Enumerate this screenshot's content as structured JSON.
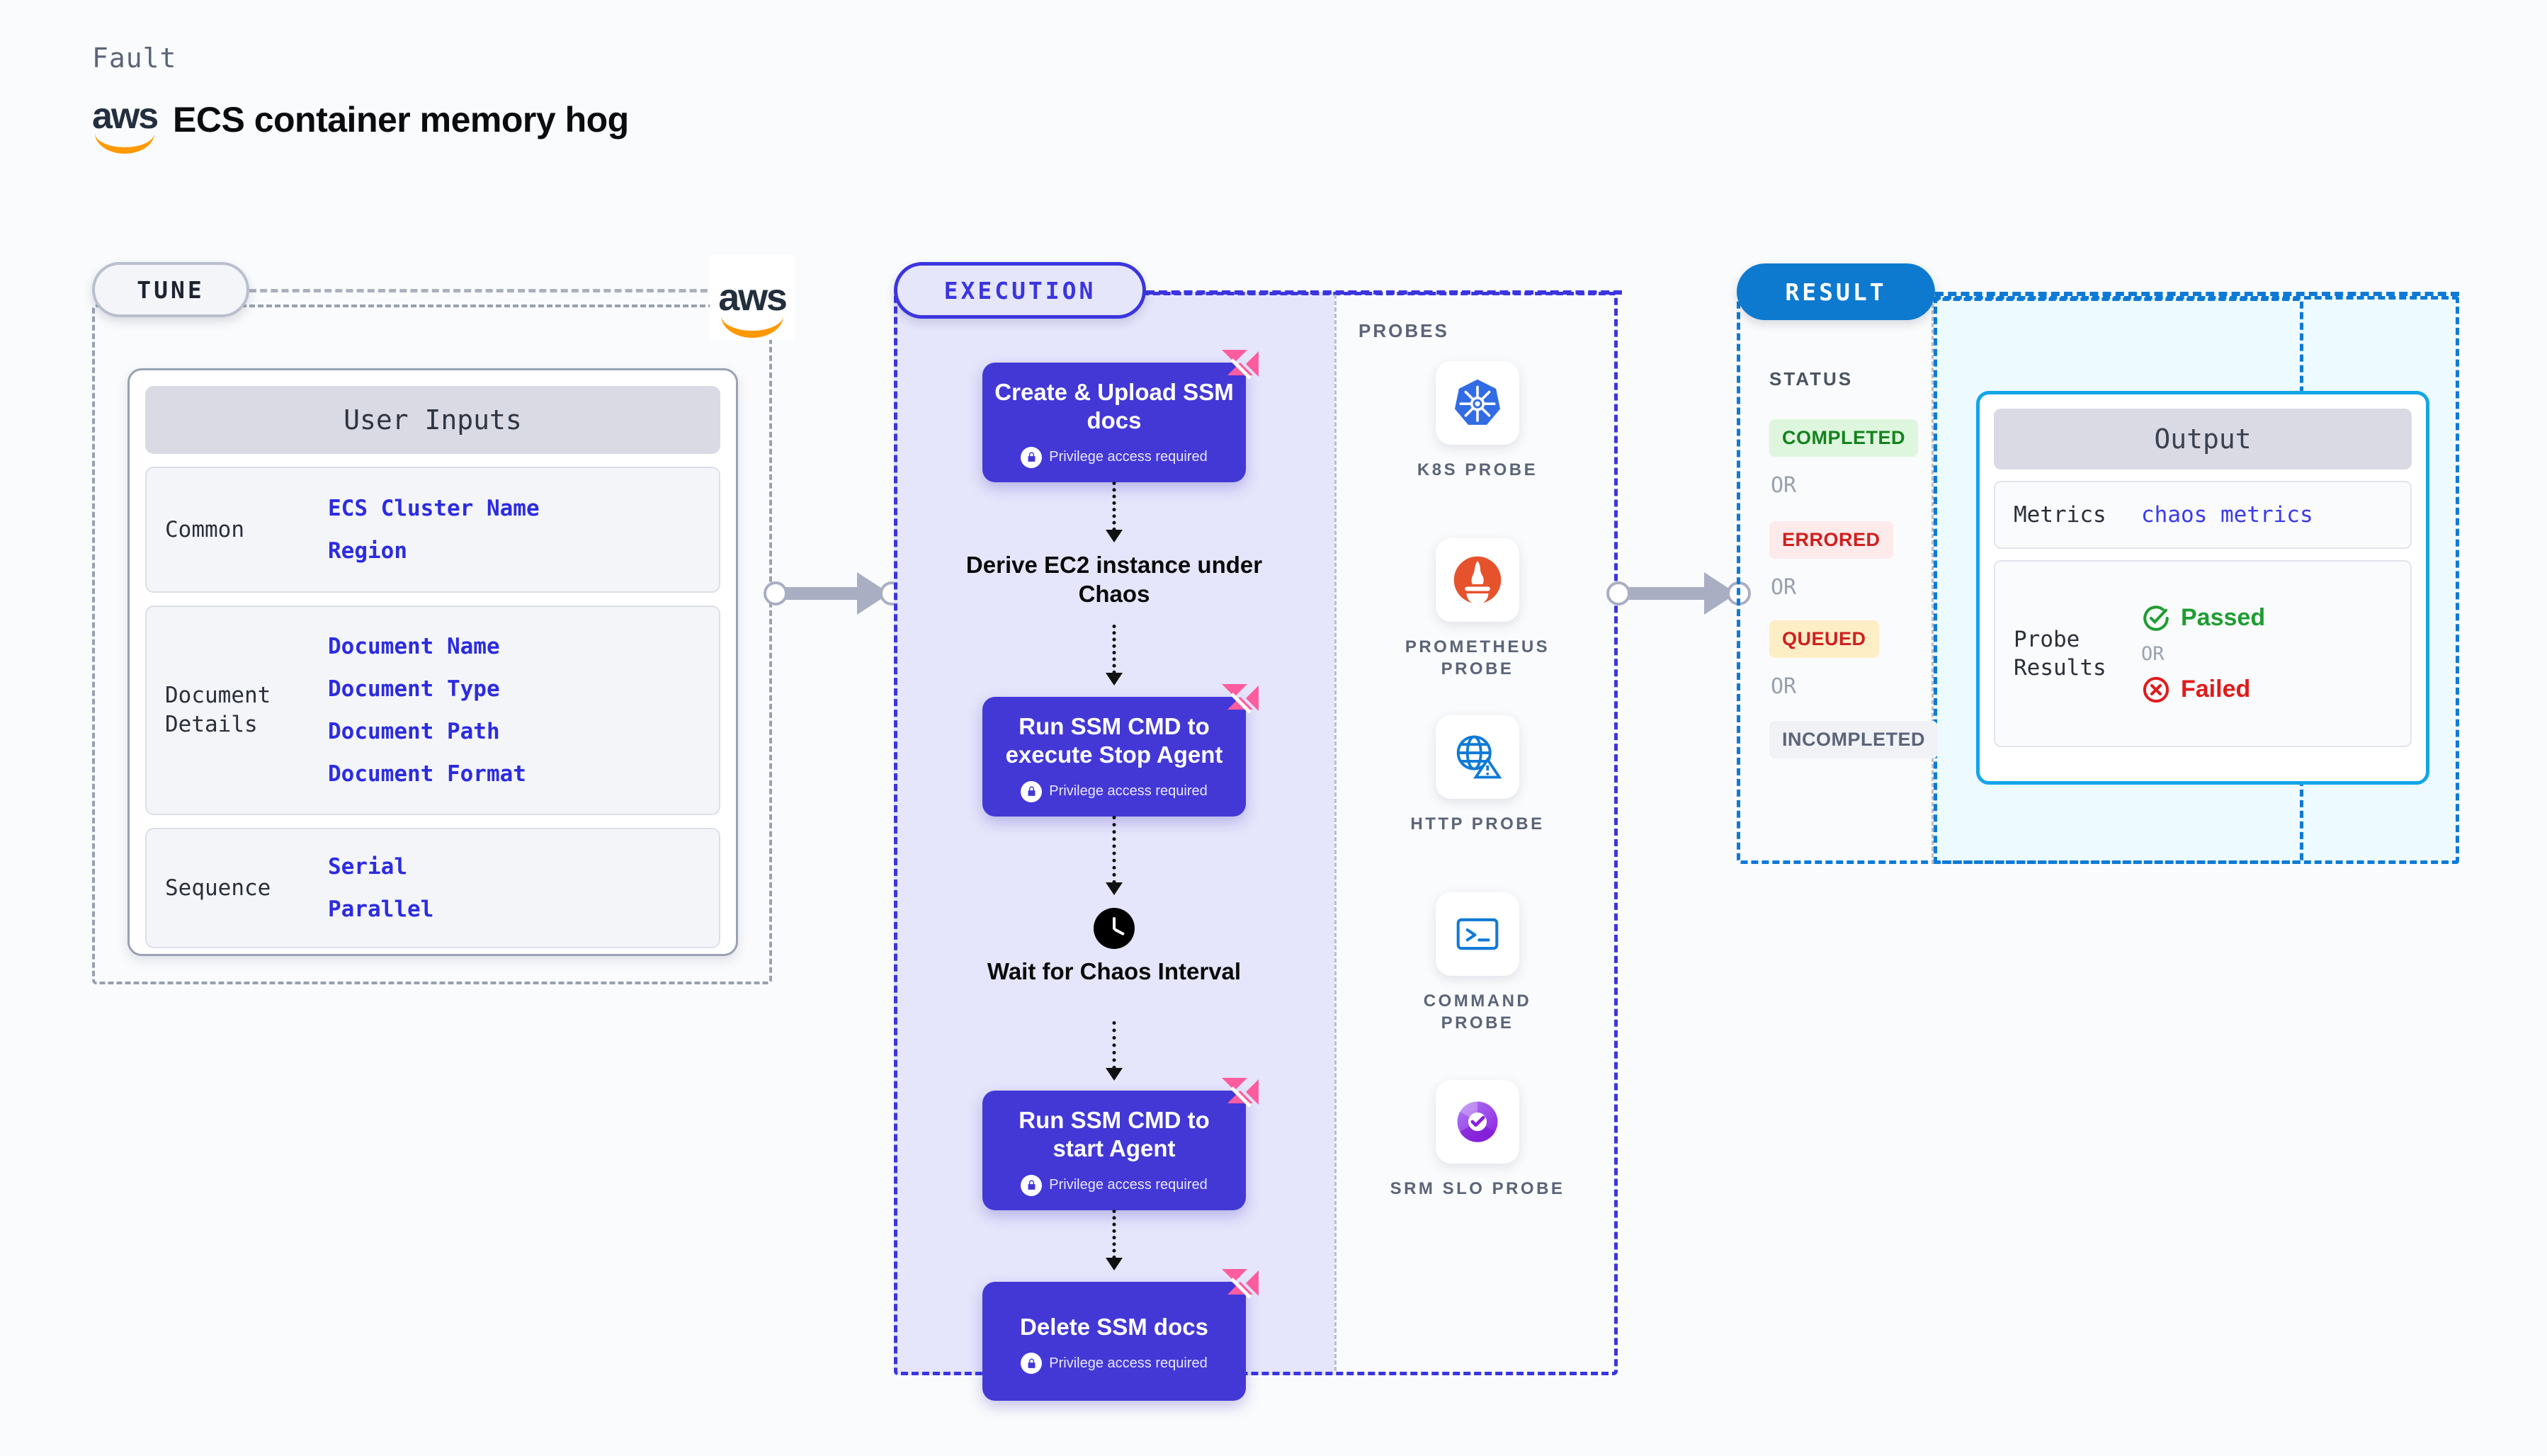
{
  "header": {
    "eyebrow": "Fault",
    "title": "ECS container memory hog",
    "logo_icon": "aws-logo"
  },
  "tune": {
    "tag": "TUNE",
    "logo_icon": "aws-logo",
    "card": {
      "header": "User Inputs",
      "sections": [
        {
          "label": "Common",
          "values": [
            "ECS Cluster Name",
            "Region"
          ]
        },
        {
          "label": "Document\nDetails",
          "values": [
            "Document Name",
            "Document Type",
            "Document Path",
            "Document Format"
          ]
        },
        {
          "label": "Sequence",
          "values": [
            "Serial",
            "Parallel"
          ]
        }
      ]
    }
  },
  "execution": {
    "tag": "EXECUTION",
    "privilege_text": "Privilege access required",
    "nodes": [
      {
        "type": "task",
        "title": "Create & Upload SSM docs",
        "privilege": true,
        "badge": "litmus-badge"
      },
      {
        "type": "plain",
        "title": "Derive EC2 instance under Chaos"
      },
      {
        "type": "task",
        "title": "Run SSM CMD to execute Stop Agent",
        "privilege": true,
        "badge": "litmus-badge"
      },
      {
        "type": "wait",
        "title": "Wait for Chaos Interval",
        "icon": "clock-icon"
      },
      {
        "type": "task",
        "title": "Run SSM CMD to start Agent",
        "privilege": true,
        "badge": "litmus-badge"
      },
      {
        "type": "task",
        "title": "Delete SSM docs",
        "privilege": true,
        "badge": "litmus-badge"
      }
    ]
  },
  "probes": {
    "title": "PROBES",
    "items": [
      {
        "label": "K8S PROBE",
        "icon": "kubernetes-icon",
        "color": "#326ce5"
      },
      {
        "label": "PROMETHEUS PROBE",
        "icon": "prometheus-icon",
        "color": "#e6522c"
      },
      {
        "label": "HTTP PROBE",
        "icon": "globe-alert-icon",
        "color": "#0f7ad6"
      },
      {
        "label": "COMMAND PROBE",
        "icon": "terminal-icon",
        "color": "#0f7ad6"
      },
      {
        "label": "SRM SLO PROBE",
        "icon": "srm-slo-icon",
        "color": "#9b3de0"
      }
    ]
  },
  "result": {
    "tag": "RESULT",
    "status_title": "STATUS",
    "or_label": "OR",
    "statuses": [
      {
        "label": "COMPLETED",
        "bg": "#ddf6dd",
        "fg": "#15821f"
      },
      {
        "label": "ERRORED",
        "bg": "#fdeaea",
        "fg": "#cf2020"
      },
      {
        "label": "QUEUED",
        "bg": "#fdeec6",
        "fg": "#cf2020"
      },
      {
        "label": "INCOMPLETED",
        "bg": "#f1f2f6",
        "fg": "#5b6478"
      }
    ],
    "output": {
      "header": "Output",
      "metrics_label": "Metrics",
      "metrics_value": "chaos metrics",
      "probe_results_label": "Probe\nResults",
      "passed_label": "Passed",
      "failed_label": "Failed",
      "or_label": "OR"
    }
  },
  "colors": {
    "tune_border": "#98a0b0",
    "execution": "#3b35df",
    "result": "#0f7ad6",
    "node": "#4338d6",
    "litmus_pink": "#fd5c9e",
    "aws_orange": "#ff9900",
    "aws_dark": "#232f3e"
  }
}
